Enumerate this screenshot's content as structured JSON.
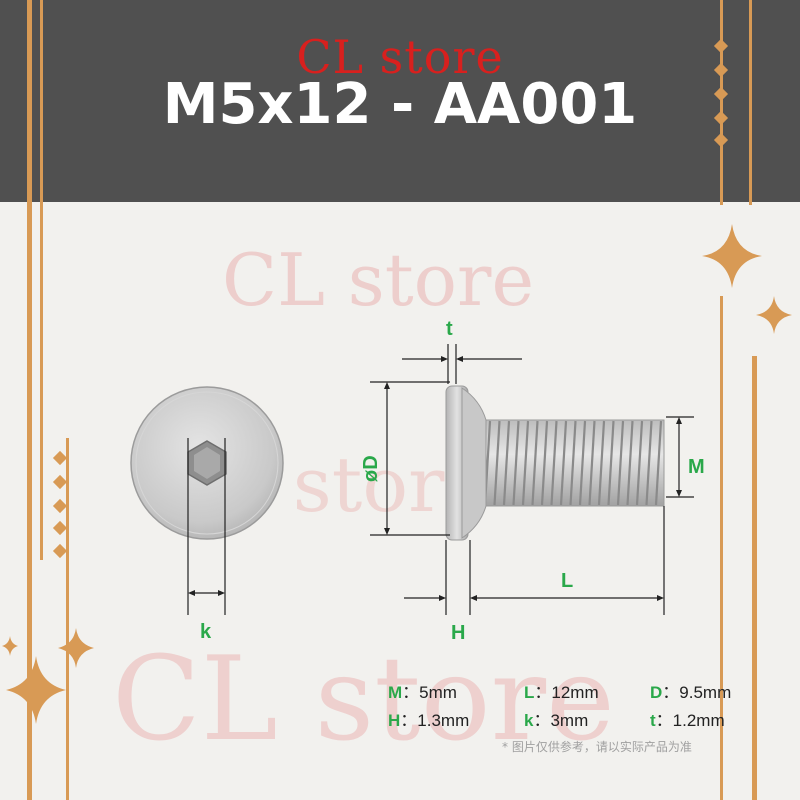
{
  "header": {
    "brand": "CL store",
    "title": "M5x12 - AA001"
  },
  "watermark": {
    "text": "CL store"
  },
  "labels": {
    "t": "t",
    "d": "øD",
    "m": "M",
    "l": "L",
    "h": "H",
    "k": "k"
  },
  "specs": {
    "rows": [
      [
        {
          "key": "M",
          "value": "5mm"
        },
        {
          "key": "L",
          "value": "12mm"
        },
        {
          "key": "D",
          "value": "9.5mm"
        }
      ],
      [
        {
          "key": "H",
          "value": "1.3mm"
        },
        {
          "key": "k",
          "value": "3mm"
        },
        {
          "key": "t",
          "value": "1.2mm"
        }
      ]
    ],
    "separator": "："
  },
  "note": "* 图片仅供参考，请以实际产品为准",
  "colors": {
    "header_bg": "#505050",
    "brand_red": "#d8201e",
    "accent_gold": "#d89a55",
    "label_green": "#2aa84a",
    "background": "#f2f1ee"
  }
}
